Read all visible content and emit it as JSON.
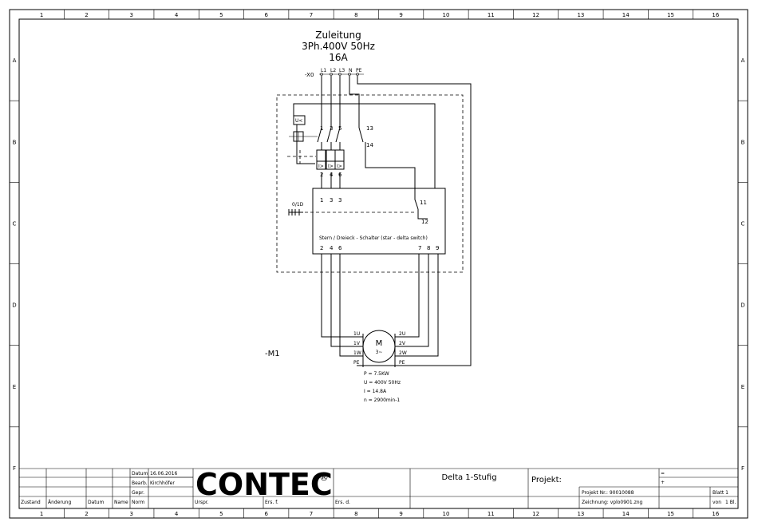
{
  "frame": {
    "columns": [
      "1",
      "2",
      "3",
      "4",
      "5",
      "6",
      "7",
      "8",
      "9",
      "10",
      "11",
      "12",
      "13",
      "14",
      "15",
      "16"
    ],
    "rows": [
      "A",
      "B",
      "C",
      "D",
      "E",
      "F"
    ]
  },
  "supply": {
    "title": "Zuleitung",
    "spec": "3Ph.400V 50Hz",
    "fuse": "16A",
    "terminal_ref": "-X0",
    "terminals": [
      "L1",
      "L2",
      "L3",
      "N",
      "PE"
    ]
  },
  "switch": {
    "label": "Stern / Dreieck - Schalter (star - delta switch)",
    "top_pins": [
      "1",
      "3",
      "5"
    ],
    "aux_top": "13",
    "aux_bottom": "14",
    "mid_pins": [
      "2",
      "4",
      "6"
    ],
    "box_top_pins": [
      "1",
      "3",
      "3"
    ],
    "contact_top": "11",
    "contact_bottom": "12",
    "box_bottom_pins": [
      "2",
      "4",
      "6",
      "7",
      "8",
      "9"
    ],
    "undervoltage": "U<",
    "trip_labels": [
      "I>",
      "I>",
      "I>"
    ],
    "release_label": "0/1D"
  },
  "motor": {
    "ref": "-M1",
    "symbol": "M",
    "phase": "3~",
    "left_terminals": [
      "1U",
      "1V",
      "1W",
      "PE"
    ],
    "right_terminals": [
      "2U",
      "2V",
      "2W",
      "PE"
    ],
    "specs": [
      "P = 7.5KW",
      "U = 400V 50Hz",
      "I = 14.8A",
      "n = 2900min-1"
    ]
  },
  "title_block": {
    "labels": {
      "datum": "Datum",
      "bearb": "Bearb.",
      "gepr": "Gepr.",
      "norm": "Norm",
      "zustand": "Zustand",
      "aenderung": "Änderung",
      "datum2": "Datum",
      "name": "Name",
      "urspr": "Urspr.",
      "ers_f": "Ers. f.",
      "ers_d": "Ers. d."
    },
    "date": "16.06.2016",
    "editor": "Kirchhöfer",
    "logo_text": "CONTEC",
    "logo_reg": "®",
    "title": "Delta 1-Stufig",
    "project_label": "Projekt:",
    "project_number": "Projekt Nr.: 90010088",
    "drawing": "Zeichnung: vplo0901.zng",
    "sheet": "Blatt 1",
    "sheet_count_label": "von",
    "sheet_count": "1 Bl.",
    "eq_sign": "=",
    "plus_sign": "+"
  }
}
